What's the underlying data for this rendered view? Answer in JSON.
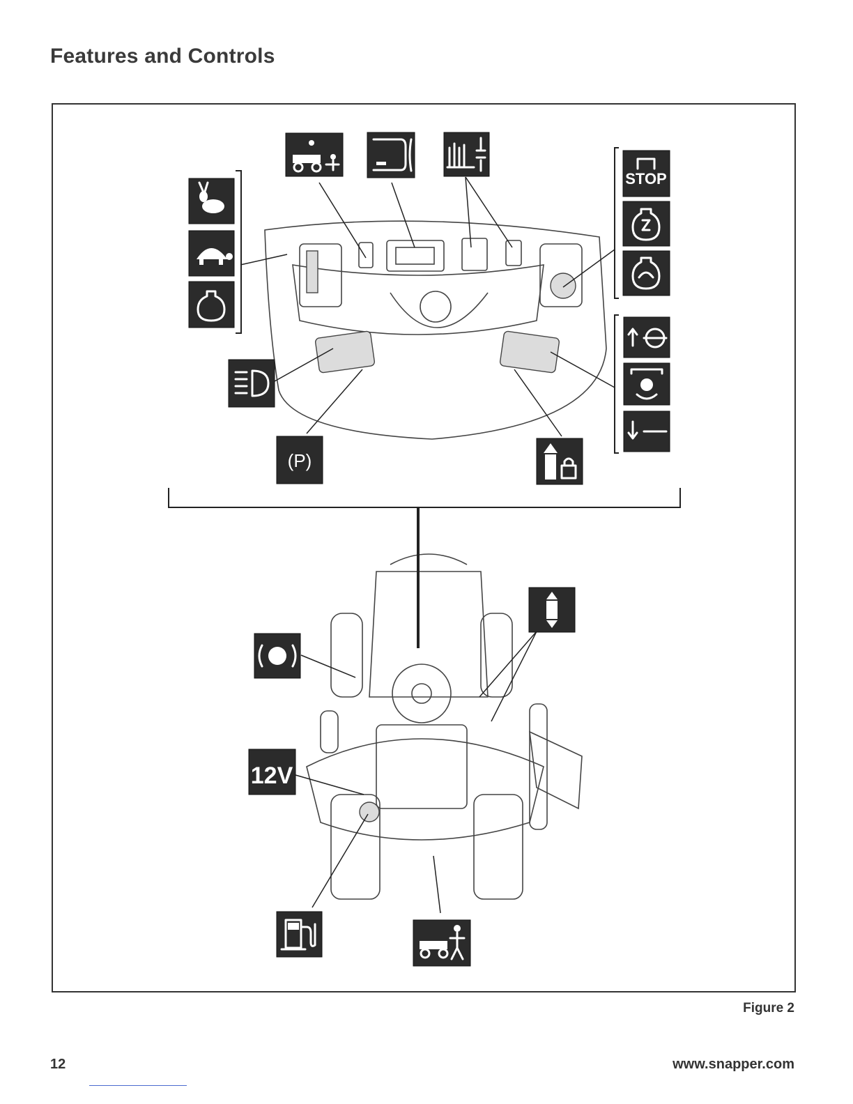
{
  "header": {
    "title": "Features and Controls"
  },
  "figure": {
    "caption": "Figure 2",
    "icon_labels": {
      "power_outlet": "12V",
      "stop": "STOP",
      "parking": "(P)"
    },
    "icons": [
      "fast-rabbit-icon",
      "slow-turtle-icon",
      "choke-icon",
      "reverse-mow-icon",
      "hour-meter-icon",
      "cutting-height-icon",
      "stop-icon",
      "run-icon",
      "start-icon",
      "headlight-icon",
      "parking-brake-icon",
      "pto-engage-icon",
      "pto-icon",
      "pto-disengage-icon",
      "traction-lock-icon",
      "brake-pedal-icon",
      "forward-reverse-pedal-icon",
      "power-outlet-icon",
      "fuel-icon",
      "operator-mower-icon"
    ]
  },
  "footer": {
    "page_number": "12",
    "website": "www.snapper.com"
  }
}
